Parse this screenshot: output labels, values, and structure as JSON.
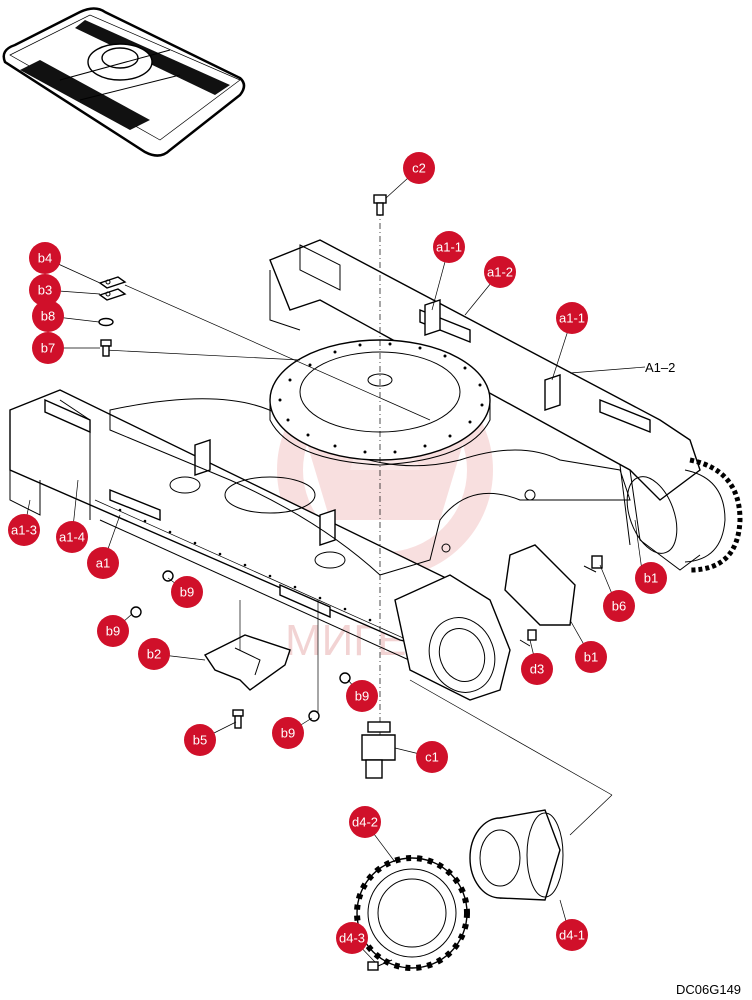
{
  "diagram": {
    "drawing_code": "DC06G149",
    "watermark_text": "МИГЕЕ",
    "colors": {
      "callout_fill": "#d0102a",
      "callout_text": "#ffffff",
      "watermark": "#f4c6c6",
      "line": "#000000"
    },
    "callouts": [
      {
        "id": "c2",
        "label": "c2"
      },
      {
        "id": "b4",
        "label": "b4"
      },
      {
        "id": "b3",
        "label": "b3"
      },
      {
        "id": "b8",
        "label": "b8"
      },
      {
        "id": "b7",
        "label": "b7"
      },
      {
        "id": "a1-1-top",
        "label": "a1-1"
      },
      {
        "id": "a1-2",
        "label": "a1-2"
      },
      {
        "id": "a1-1-right",
        "label": "a1-1"
      },
      {
        "id": "a1-3",
        "label": "a1-3"
      },
      {
        "id": "a1-4",
        "label": "a1-4"
      },
      {
        "id": "a1",
        "label": "a1"
      },
      {
        "id": "b9-a",
        "label": "b9"
      },
      {
        "id": "b9-b",
        "label": "b9"
      },
      {
        "id": "b2",
        "label": "b2"
      },
      {
        "id": "b1-a",
        "label": "b1"
      },
      {
        "id": "b6",
        "label": "b6"
      },
      {
        "id": "b1-b",
        "label": "b1"
      },
      {
        "id": "d3",
        "label": "d3"
      },
      {
        "id": "b9-c",
        "label": "b9"
      },
      {
        "id": "b5",
        "label": "b5"
      },
      {
        "id": "b9-d",
        "label": "b9"
      },
      {
        "id": "c1",
        "label": "c1"
      },
      {
        "id": "d4-2",
        "label": "d4-2"
      },
      {
        "id": "d4-3",
        "label": "d4-3"
      },
      {
        "id": "d4-1",
        "label": "d4-1"
      }
    ],
    "plain_labels": [
      {
        "id": "A1-2",
        "label": "A1–2"
      }
    ]
  }
}
